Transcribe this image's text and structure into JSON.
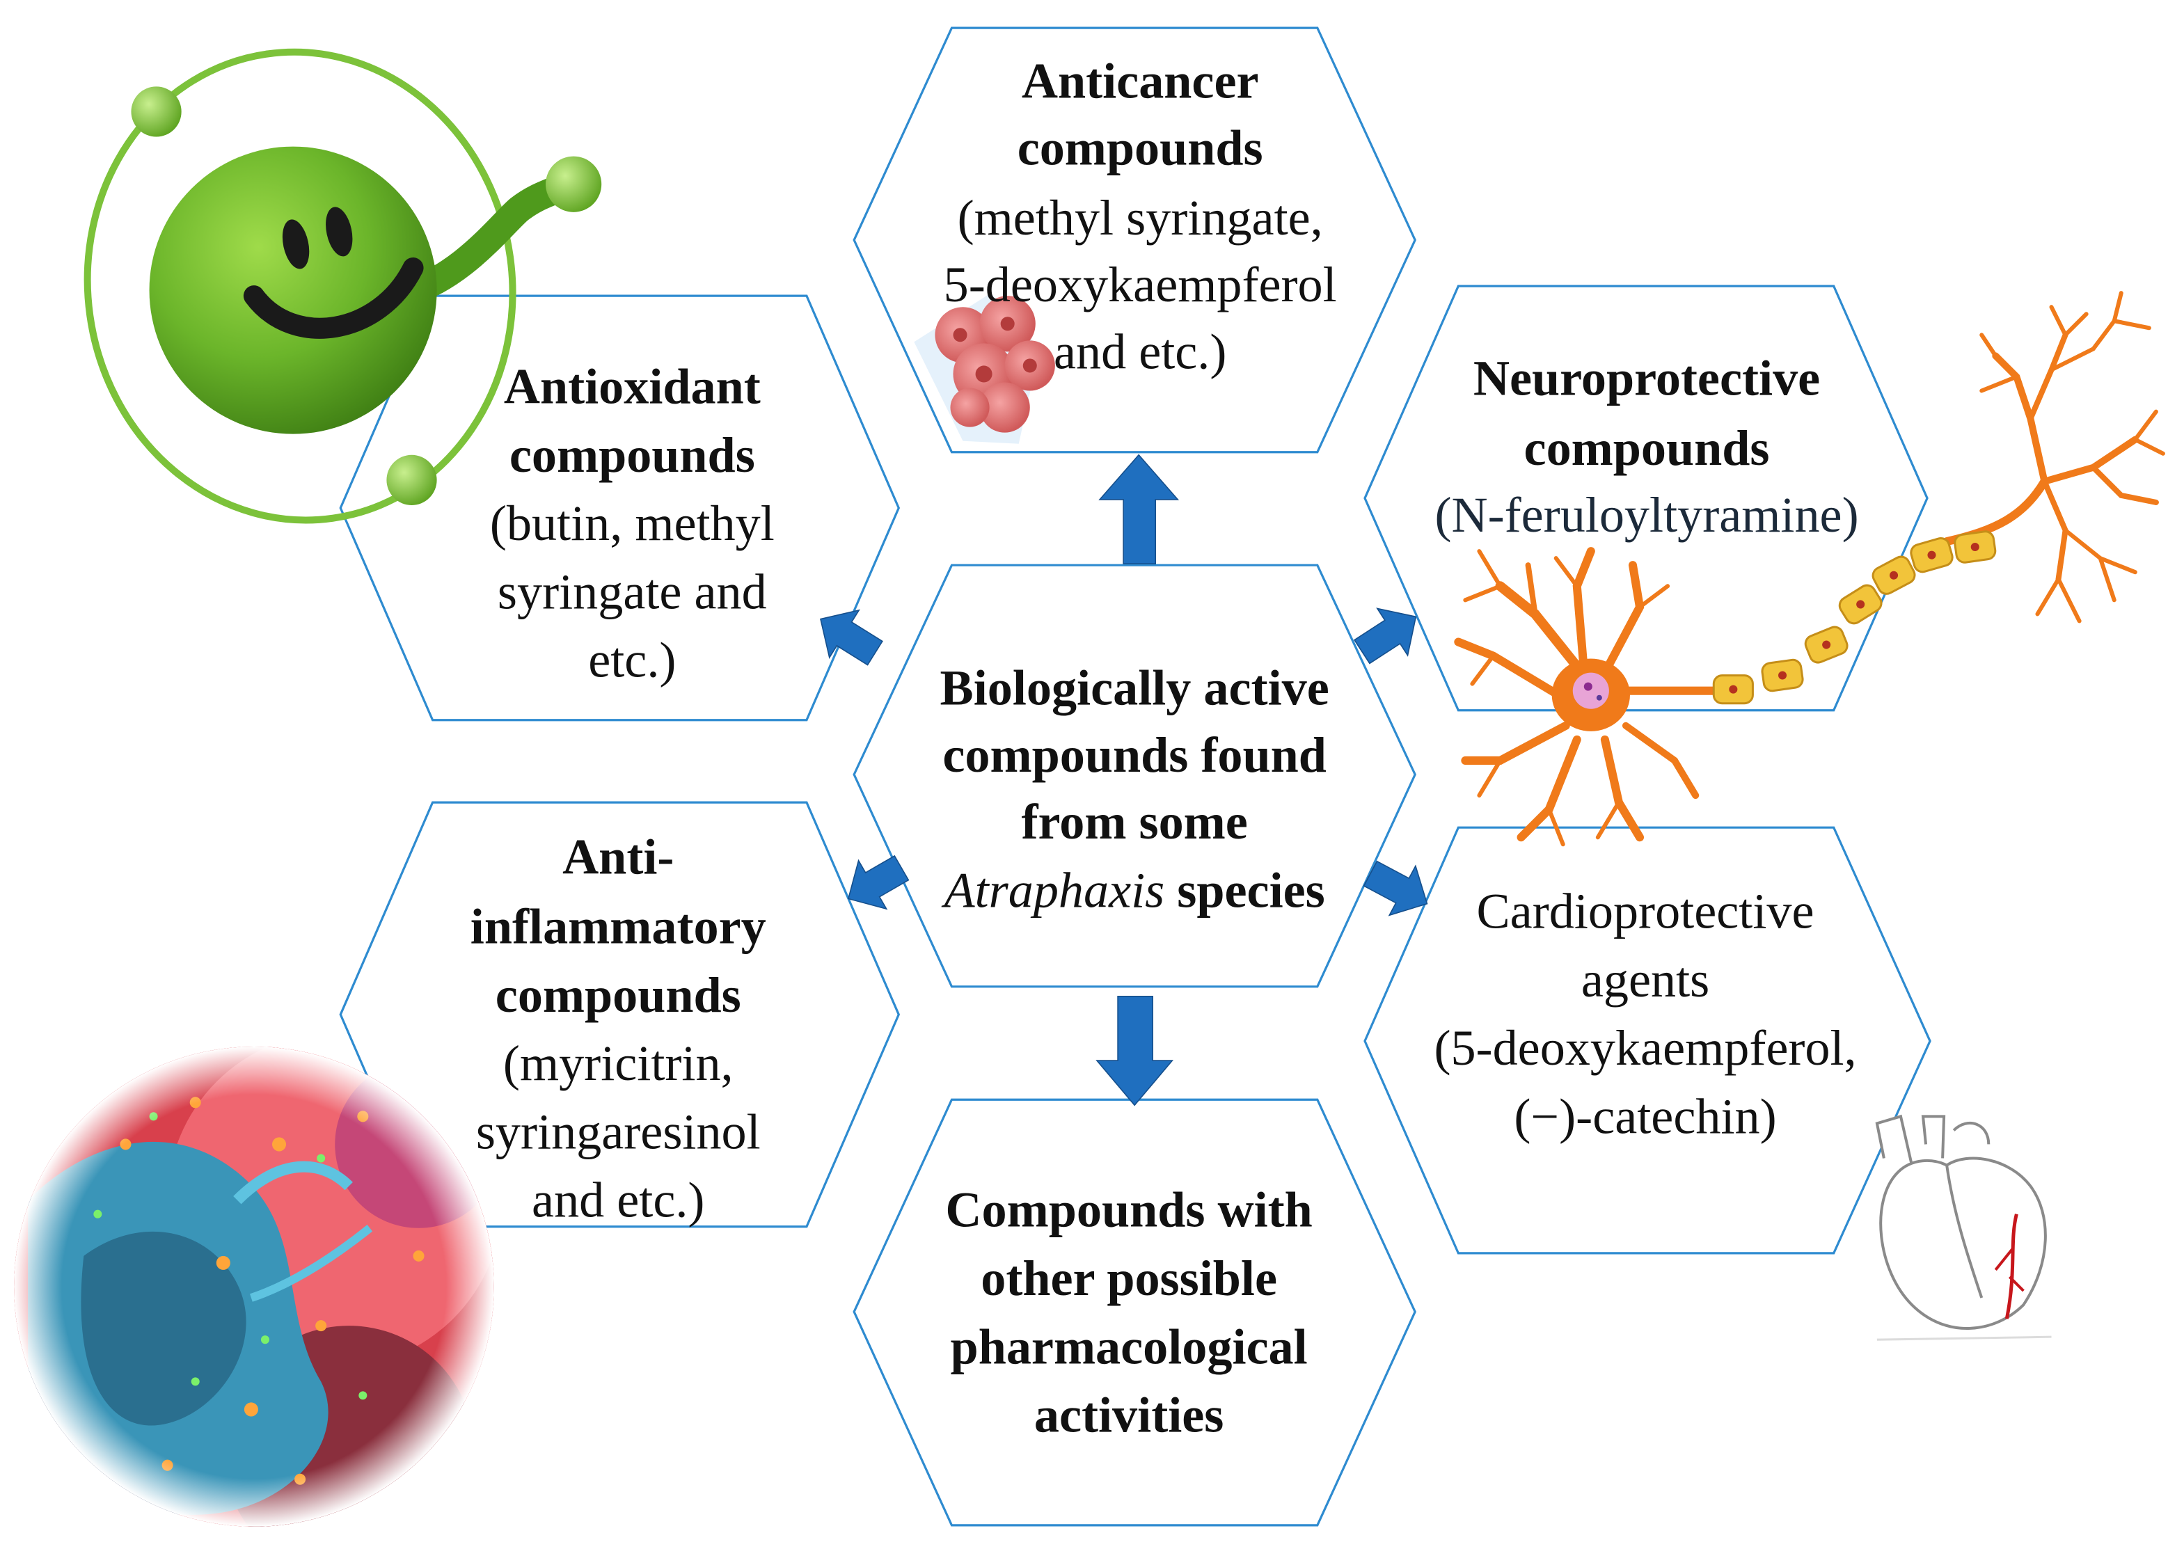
{
  "center": {
    "line1": "Biologically active",
    "line2": "compounds found",
    "line3": "from some",
    "genus": "Atraphaxis",
    "species_word": " species"
  },
  "anticancer": {
    "title1": "Anticancer",
    "title2": "compounds",
    "body1": "(methyl syringate,",
    "body2": "5-deoxykaempferol",
    "body3": "and etc.)"
  },
  "antioxidant": {
    "title1": "Antioxidant",
    "title2": "compounds",
    "body1": "(butin, methyl",
    "body2": "syringate and",
    "body3": "etc.)"
  },
  "neuroprotective": {
    "title1": "Neuroprotective",
    "title2": "compounds",
    "body1": "(N-feruloyltyramine)"
  },
  "anti_inflammatory": {
    "title1": "Anti-",
    "title2": "inflammatory",
    "title3": "compounds",
    "body1": "(myricitrin,",
    "body2": "syringaresinol",
    "body3": "and etc.)"
  },
  "cardioprotective": {
    "line1": "Cardioprotective",
    "line2": "agents",
    "line3": "(5-deoxykaempferol,",
    "line4": "(−)-catechin)"
  },
  "other": {
    "line1": "Compounds with",
    "line2": "other possible",
    "line3": "pharmacological",
    "line4": "activities"
  },
  "icons": [
    "antioxidant-molecule-icon",
    "cancer-cells-icon",
    "neuron-icon",
    "inflammation-tissue-icon",
    "heart-icon"
  ],
  "colors": {
    "hex_border": "#2e8bd0",
    "arrow": "#1f6fbf",
    "neuron": "#f07a1a",
    "antioxidant_green": "#6cb52a"
  }
}
